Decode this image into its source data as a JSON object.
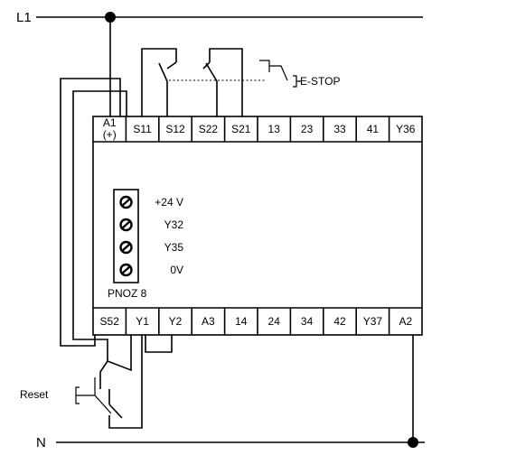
{
  "rails": {
    "top": "L1",
    "bottom": "N"
  },
  "estop_label": "E-STOP",
  "reset_label": "Reset",
  "device": {
    "model": "PNOZ 8",
    "top_terminals": [
      "A1",
      "S11",
      "S12",
      "S22",
      "S21",
      "13",
      "23",
      "33",
      "41",
      "Y36"
    ],
    "a1_polarity": "(+)",
    "bottom_terminals": [
      "S52",
      "Y1",
      "Y2",
      "A3",
      "14",
      "24",
      "34",
      "42",
      "Y37",
      "A2"
    ],
    "side_terminals": [
      {
        "label": "+24 V"
      },
      {
        "label": "Y32"
      },
      {
        "label": "Y35"
      },
      {
        "label": "0V"
      }
    ],
    "side_terminal_icon": "screw-terminal-icon"
  }
}
